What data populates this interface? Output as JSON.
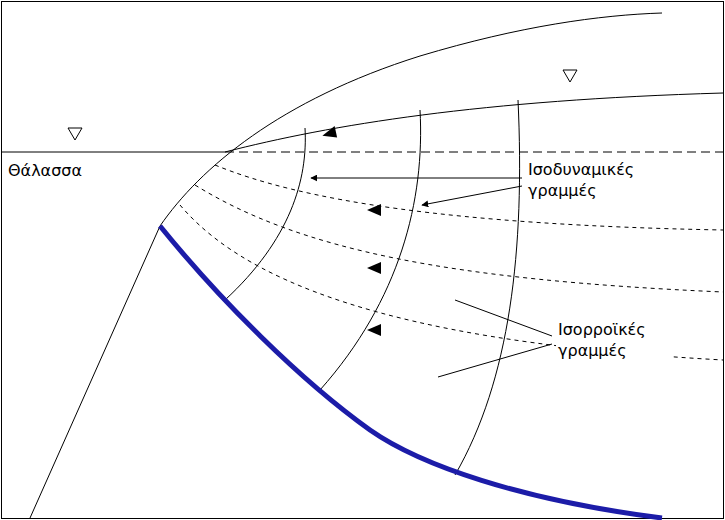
{
  "diagram": {
    "labels": [
      "Θάλασσα",
      "Ισοδυναμικές γραμμές",
      "Ισορροϊκές γραμμές"
    ]
  }
}
